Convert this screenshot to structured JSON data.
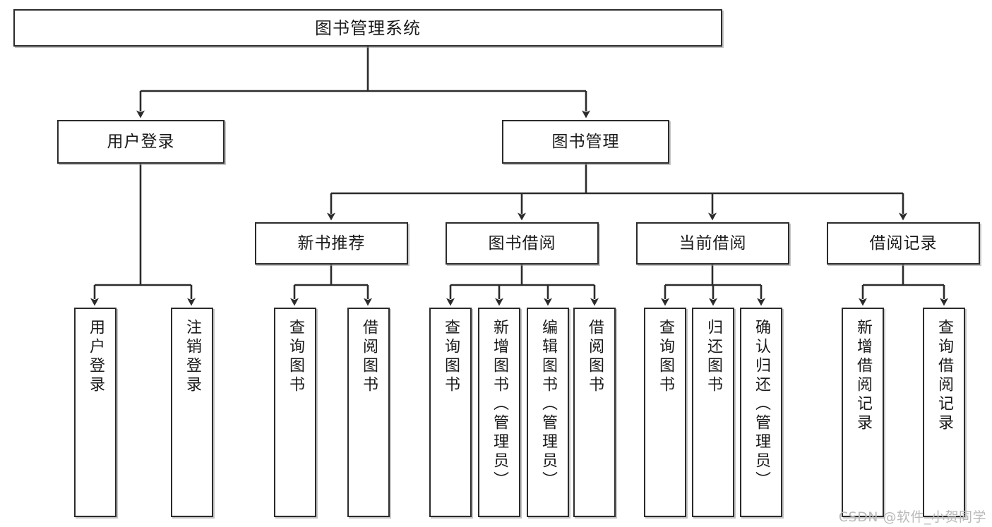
{
  "diagram": {
    "title": "图书管理系统",
    "type": "tree",
    "orientation": "top-down",
    "colors": {
      "box_border": "#2b2b2b",
      "box_fill": "#ffffff",
      "connector": "#2b2b2b",
      "text": "#1a1a1a",
      "watermark": "#b9b9b9"
    }
  },
  "root": {
    "label": "图书管理系统"
  },
  "level2": [
    {
      "id": "user-login",
      "label": "用户登录"
    },
    {
      "id": "book-management",
      "label": "图书管理"
    }
  ],
  "level3": [
    {
      "id": "new-book-recommend",
      "label": "新书推荐"
    },
    {
      "id": "book-borrow",
      "label": "图书借阅"
    },
    {
      "id": "current-borrow",
      "label": "当前借阅"
    },
    {
      "id": "borrow-record",
      "label": "借阅记录"
    }
  ],
  "leaves": {
    "user_login": [
      {
        "id": "user-login-leaf",
        "label": "用户登录"
      },
      {
        "id": "user-logout-leaf",
        "label": "注销登录"
      }
    ],
    "new_book_recommend": [
      {
        "id": "query-book-1",
        "label": "查询图书"
      },
      {
        "id": "borrow-book-1",
        "label": "借阅图书"
      }
    ],
    "book_borrow": [
      {
        "id": "query-book-2",
        "label": "查询图书"
      },
      {
        "id": "add-book",
        "label": "新增图书（管理员）"
      },
      {
        "id": "edit-book",
        "label": "编辑图书（管理员）"
      },
      {
        "id": "borrow-book-2",
        "label": "借阅图书"
      }
    ],
    "current_borrow": [
      {
        "id": "query-book-3",
        "label": "查询图书"
      },
      {
        "id": "return-book",
        "label": "归还图书"
      },
      {
        "id": "confirm-return",
        "label": "确认归还（管理员）"
      }
    ],
    "borrow_record": [
      {
        "id": "add-borrow-record",
        "label": "新增借阅记录"
      },
      {
        "id": "query-borrow-record",
        "label": "查询借阅记录"
      }
    ]
  },
  "watermark": {
    "text": "CSDN @软件_小贺同学"
  }
}
